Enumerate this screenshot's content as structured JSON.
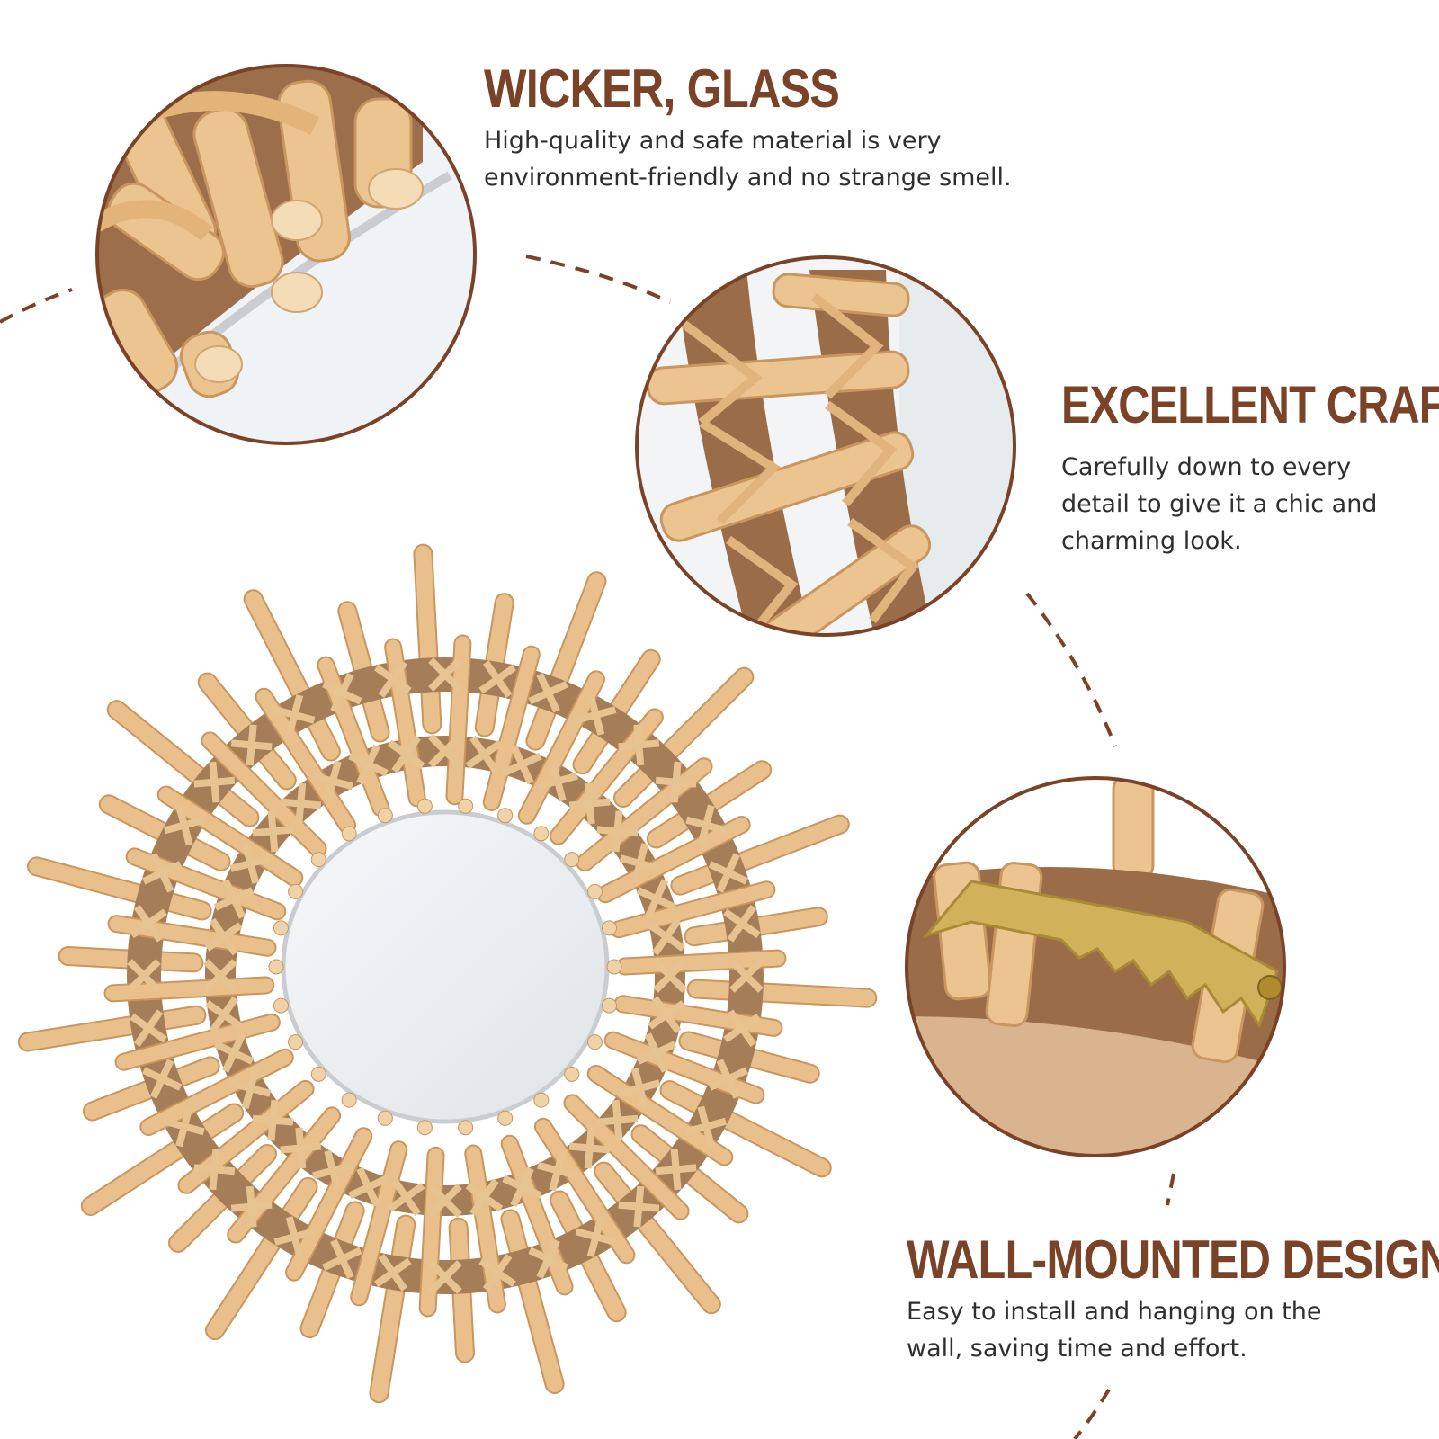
{
  "features": [
    {
      "title": "WICKER, GLASS",
      "lines": [
        "High-quality and safe material is very",
        "environment-friendly and no strange smell."
      ]
    },
    {
      "title": "EXCELLENT CRAFT",
      "lines": [
        "Carefully down to every",
        "detail to give it a chic and",
        "charming look."
      ]
    },
    {
      "title": "WALL-MOUNTED DESIGN",
      "lines": [
        "Easy to install and hanging on the",
        "wall, saving time and effort."
      ]
    }
  ],
  "colors": {
    "heading": "#7a4327",
    "body_text": "#2f2f2f",
    "circle_border": "#7a4327",
    "rattan": "#e9c08c",
    "rattan_dark": "#c8965e",
    "board": "#a57d56",
    "mirror": "#edf0f2"
  }
}
